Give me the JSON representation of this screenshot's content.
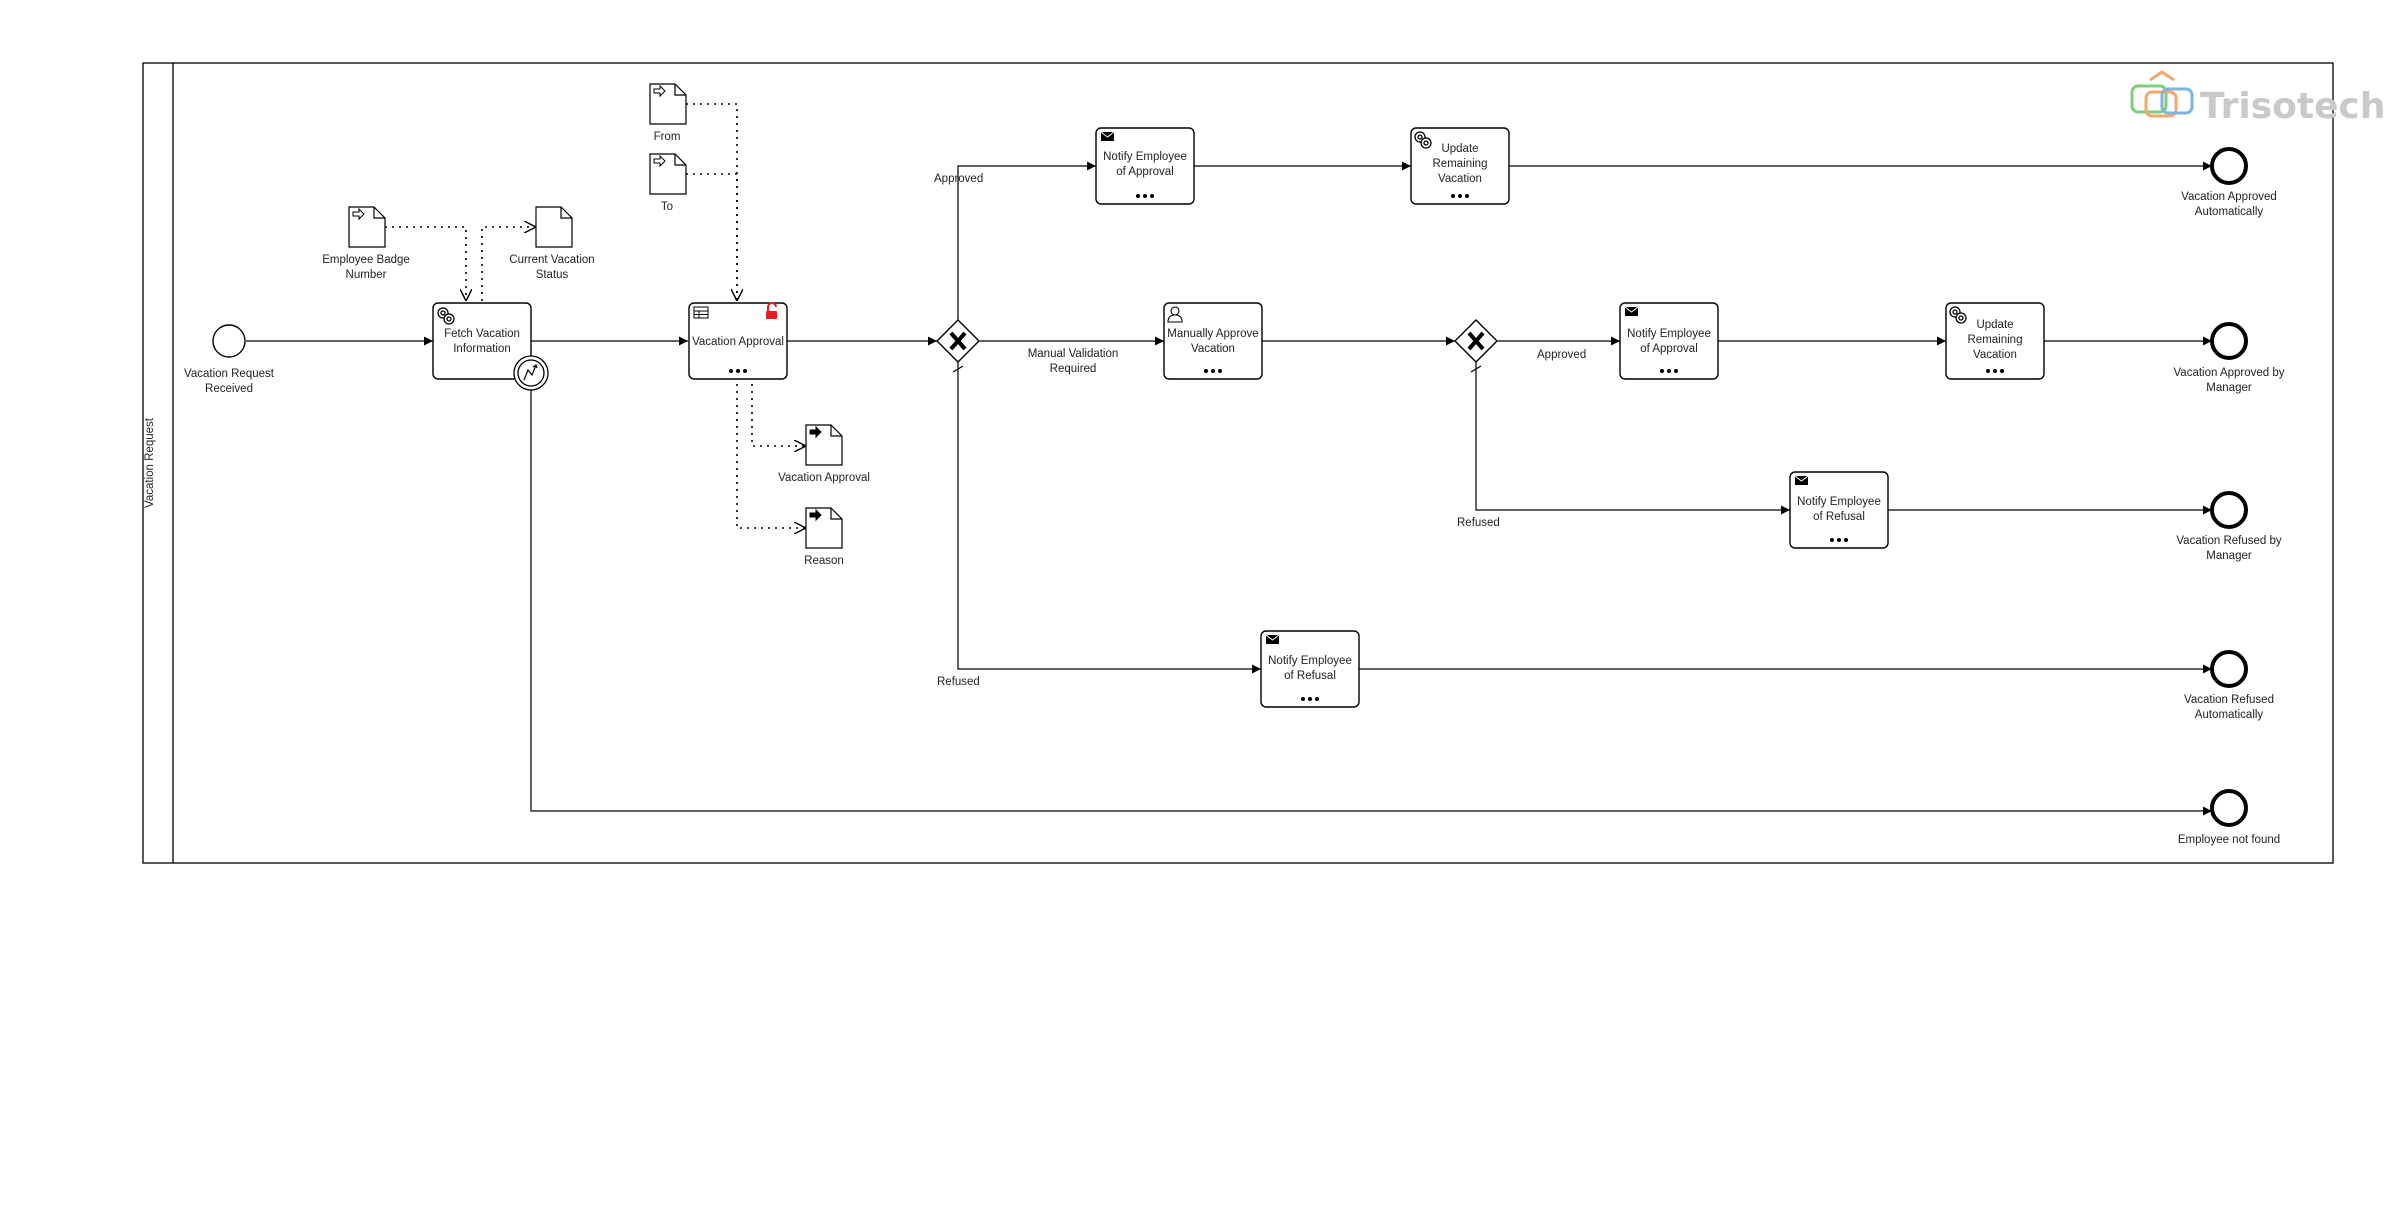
{
  "pool": {
    "name": "Vacation Request"
  },
  "logo": {
    "text": "Trisotech"
  },
  "events": {
    "start": [
      "Vacation Request",
      "Received"
    ],
    "end_approved_auto": [
      "Vacation Approved",
      "Automatically"
    ],
    "end_approved_manager": [
      "Vacation Approved by",
      "Manager"
    ],
    "end_refused_manager": [
      "Vacation Refused by",
      "Manager"
    ],
    "end_refused_auto": [
      "Vacation Refused",
      "Automatically"
    ],
    "end_not_found": [
      "Employee not found"
    ]
  },
  "tasks": {
    "fetch": [
      "Fetch Vacation",
      "Information"
    ],
    "vacation_approval": [
      "Vacation Approval"
    ],
    "notify_approval_top": [
      "Notify Employee",
      "of Approval"
    ],
    "update_top": [
      "Update",
      "Remaining",
      "Vacation"
    ],
    "manual_approve": [
      "Manually Approve",
      "Vacation"
    ],
    "notify_approval_mid": [
      "Notify Employee",
      "of Approval"
    ],
    "update_mid": [
      "Update",
      "Remaining",
      "Vacation"
    ],
    "notify_refusal_mgr": [
      "Notify Employee",
      "of Refusal"
    ],
    "notify_refusal_auto": [
      "Notify Employee",
      "of Refusal"
    ]
  },
  "data_objects": {
    "badge": [
      "Employee Badge",
      "Number"
    ],
    "status": [
      "Current Vacation",
      "Status"
    ],
    "from": [
      "From"
    ],
    "to": [
      "To"
    ],
    "approval_out": [
      "Vacation Approval"
    ],
    "reason": [
      "Reason"
    ]
  },
  "flow_labels": {
    "approved_top": "Approved",
    "manual_validation": [
      "Manual Validation",
      "Required"
    ],
    "refused_bottom": "Refused",
    "approved_mid": "Approved",
    "refused_mid": "Refused"
  },
  "colors": {
    "stroke": "#000000",
    "lock": "#e02020",
    "logo_gray": "#c9c9c9",
    "logo_green": "#7fcf7a",
    "logo_orange": "#f1a86a",
    "logo_blue": "#7fb3e0"
  },
  "icons": [
    "gear-icon",
    "table-icon",
    "unlock-icon",
    "envelope-icon",
    "user-icon",
    "timer-icon",
    "input-arrow-icon",
    "output-arrow-icon",
    "exclusive-gateway-icon"
  ]
}
